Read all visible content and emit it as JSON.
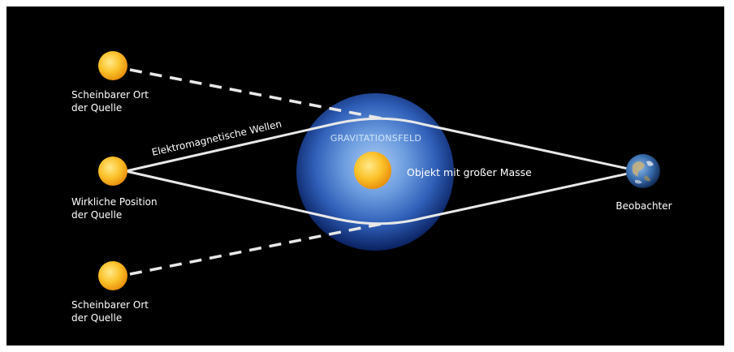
{
  "labels": {
    "apparent_top_line1": "Scheinbarer Ort",
    "apparent_top_line2": "der Quelle",
    "real_line1": "Wirkliche Position",
    "real_line2": "der Quelle",
    "apparent_bottom_line1": "Scheinbarer Ort",
    "apparent_bottom_line2": "der Quelle",
    "waves": "Elektromagnetische Wellen",
    "field": "GRAVITATIONSFELD",
    "mass": "Objekt mit großer Masse",
    "observer": "Beobachter"
  },
  "colors": {
    "background": "#000000",
    "sun": "#f7b21a",
    "sun_highlight": "#ffe27a",
    "field_inner": "#9fc2ee",
    "field_outer": "#0b2a6a",
    "ray": "#e8e8e8",
    "earth": "#3a6fb0"
  },
  "icons": {
    "source": "sun-icon",
    "mass": "sun-icon",
    "observer": "earth-icon"
  }
}
